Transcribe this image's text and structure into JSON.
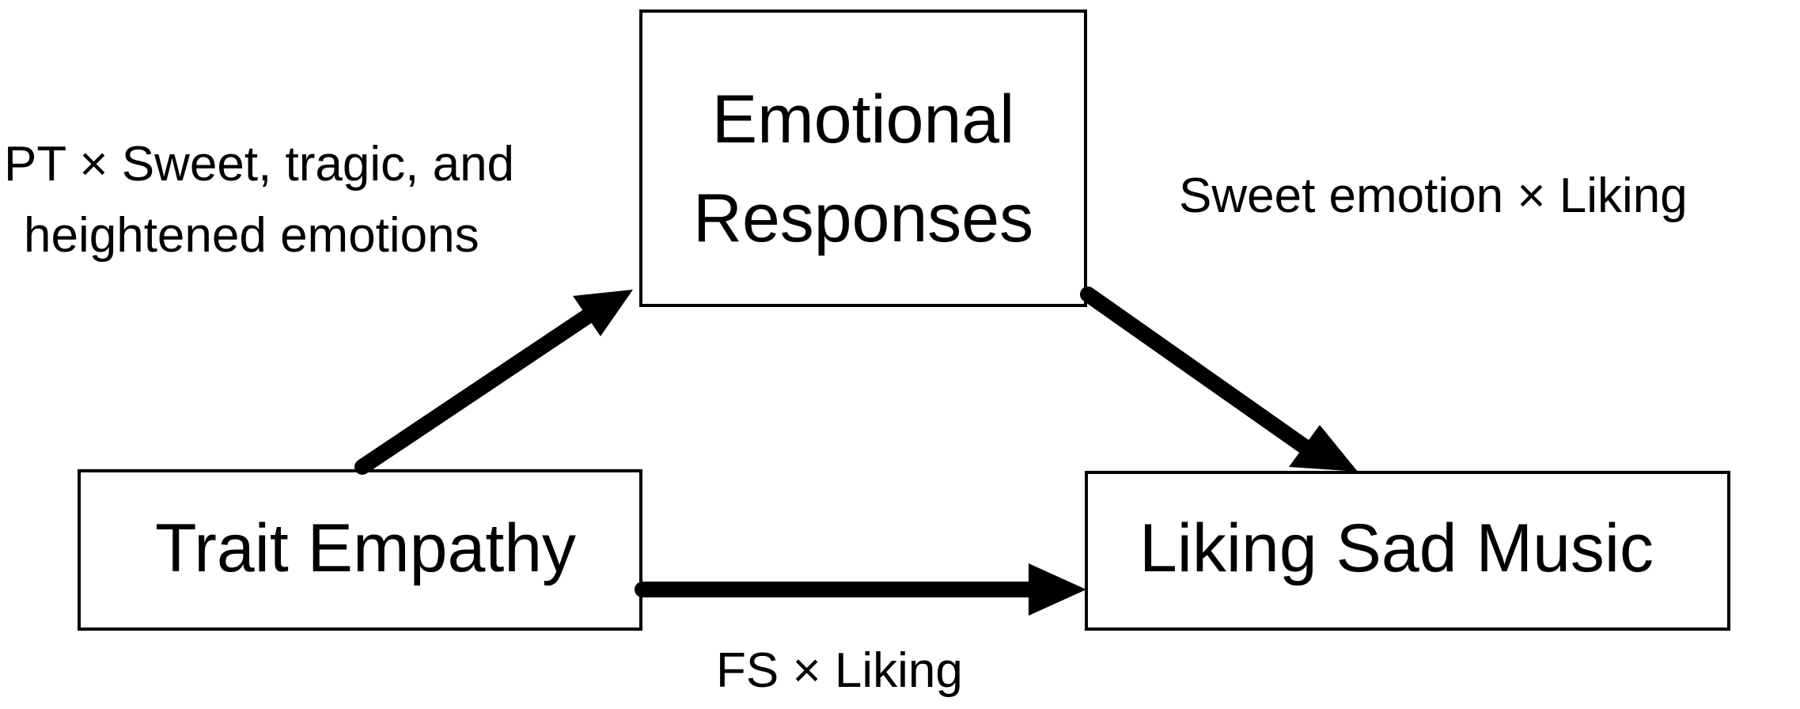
{
  "nodes": {
    "emotional": {
      "line1": "Emotional",
      "line2": "Responses"
    },
    "trait": {
      "label": "Trait Empathy"
    },
    "liking": {
      "label": "Liking Sad Music"
    }
  },
  "edges": {
    "trait_to_emotional": {
      "line1": "PT × Sweet, tragic, and",
      "line2": "heightened emotions"
    },
    "emotional_to_liking": {
      "label": "Sweet emotion × Liking"
    },
    "trait_to_liking": {
      "label": "FS × Liking"
    }
  }
}
